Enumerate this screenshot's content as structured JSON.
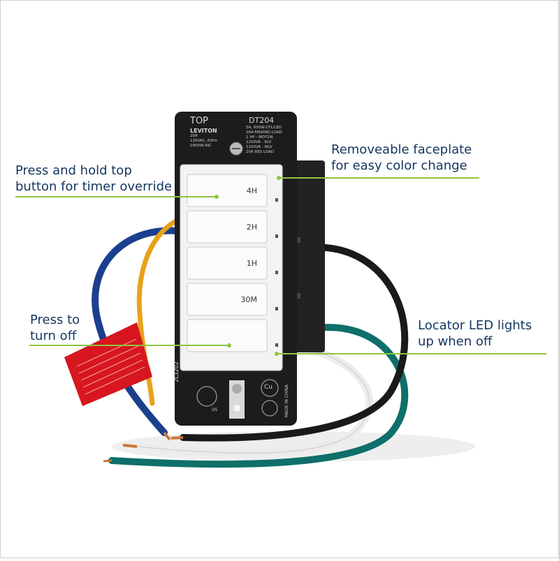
{
  "callouts": {
    "timer_override": "Press and hold top\nbutton for timer override",
    "faceplate": "Removeable faceplate\nfor easy color change",
    "turn_off": "Press to\nturn off",
    "locator_led": "Locator LED lights\nup when off"
  },
  "buttons": [
    "4H",
    "2H",
    "1H",
    "30M",
    ""
  ],
  "plate": {
    "top": "TOP",
    "brand": "LEVITON",
    "model": "DT204",
    "left_spec": [
      "20A",
      "120VAC, 60Hz",
      "1800W-INC"
    ],
    "right_spec": [
      "5A, 600W-CFL/LED",
      "16A-FAN/IND.LOAD",
      "1 HP - MOTOR",
      "1200VA - ELV",
      "1200VA - MLV",
      "20A RES LOAD"
    ],
    "side_code": "2L3202",
    "made_in": "MADE IN CHINA",
    "cu": "Cu",
    "us": "US"
  },
  "colors": {
    "callout_text": "#14365f",
    "leader_line": "#8cc63f",
    "wire_blue": "#1b3f8f",
    "wire_yellow": "#e8a21a",
    "wire_black": "#1a1a1a",
    "wire_green": "#0f6f6a",
    "wire_white": "#f2f2f2",
    "tag_red": "#d7161f"
  }
}
